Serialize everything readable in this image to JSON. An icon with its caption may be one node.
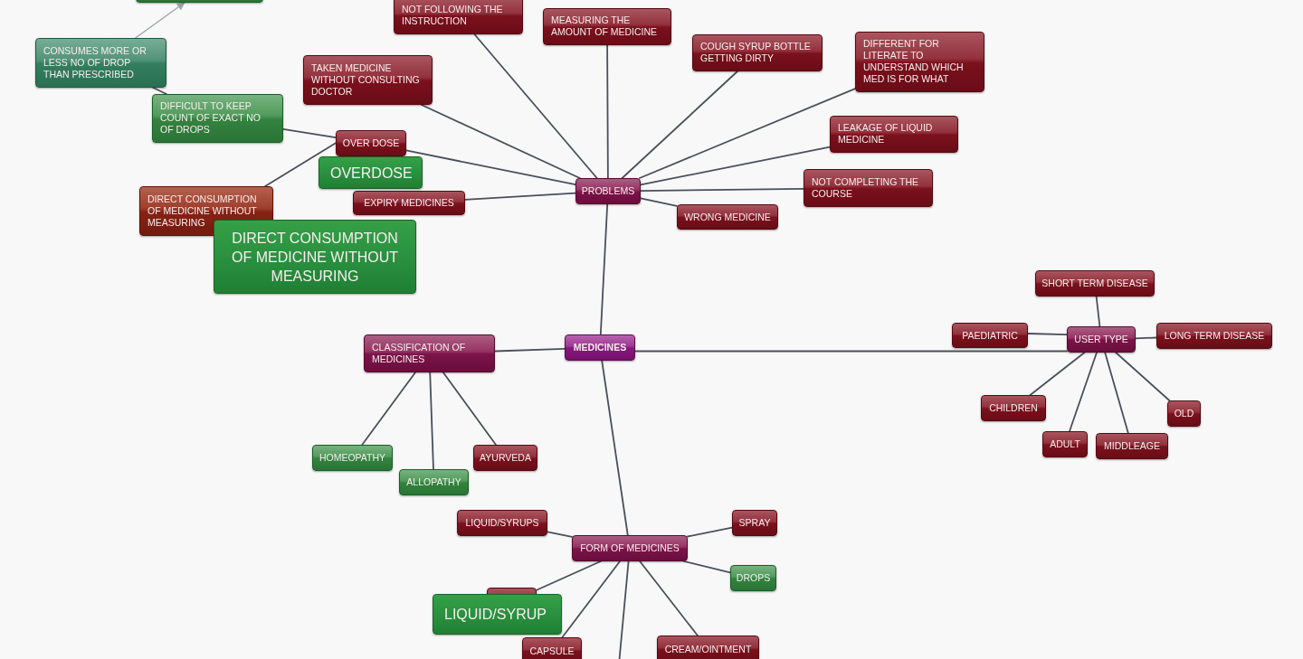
{
  "diagram": {
    "nodes": [
      {
        "text": [],
        "shape": "box"
      },
      {
        "text": [
          "NOT FOLLOWING THE INSTRUCTION"
        ]
      },
      {
        "text": [
          "MEASURING THE AMOUNT OF MEDICINE"
        ]
      },
      {
        "text": [
          "CONSUMES MORE OR LESS NO OF DROP THAN PRESCRIBED"
        ]
      },
      {
        "text": [
          "COUGH SYRUP BOTTLE GETTING DIRTY"
        ]
      },
      {
        "text": [
          "DIFFERENT FOR LITERATE TO UNDERSTAND WHICH MED IS FOR WHAT"
        ]
      },
      {
        "text": [
          "TAKEN MEDICINE WITHOUT CONSULTING DOCTOR"
        ]
      },
      {
        "text": [
          "DIFFICULT TO KEEP COUNT OF EXACT NO OF DROPS"
        ]
      },
      {
        "text": [
          "LEAKAGE OF LIQUID MEDICINE"
        ]
      },
      {
        "text": [
          "OVER DOSE"
        ]
      },
      {
        "text": [
          "OVERDOSE"
        ]
      },
      {
        "text": [
          "EXPIRY MEDICINES"
        ]
      },
      {
        "text": [
          "NOT COMPLETING THE COURSE"
        ]
      },
      {
        "text": [
          "PROBLEMS"
        ]
      },
      {
        "text": [
          "DIRECT CONSUMPTION OF MEDICINE WITHOUT MEASURING"
        ]
      },
      {
        "text": [
          "WRONG MEDICINE"
        ]
      },
      {
        "text": [
          "DIRECT CONSUMPTION OF MEDICINE WITHOUT MEASURING"
        ]
      },
      {
        "text": [
          "SHORT TERM DISEASE"
        ]
      },
      {
        "text": [
          "PAEDIATRIC"
        ]
      },
      {
        "text": [
          "USER TYPE"
        ]
      },
      {
        "text": [
          "LONG TERM DISEASE"
        ]
      },
      {
        "text": [
          "CLASSIFICATION OF MEDICINES"
        ]
      },
      {
        "text": [
          "MEDICINES"
        ]
      },
      {
        "text": [
          "CHILDREN"
        ]
      },
      {
        "text": [
          "OLD"
        ]
      },
      {
        "text": [
          "ADULT"
        ]
      },
      {
        "text": [
          "MIDDLEAGE"
        ]
      },
      {
        "text": [
          "HOMEOPATHY"
        ]
      },
      {
        "text": [
          "AYURVEDA"
        ]
      },
      {
        "text": [
          "ALLOPATHY"
        ]
      },
      {
        "text": [
          "LIQUID/SYRUPS"
        ]
      },
      {
        "text": [
          "SPRAY"
        ]
      },
      {
        "text": [
          "FORM OF MEDICINES"
        ]
      },
      {
        "text": [
          "DROPS"
        ]
      },
      {
        "text": [],
        "shape": "box"
      },
      {
        "text": [
          "LIQUID/SYRUP"
        ]
      },
      {
        "text": [
          "CAPSULE"
        ]
      },
      {
        "text": [
          "CREAM/OINTMENT"
        ]
      }
    ],
    "edges": [
      {
        "from": 3,
        "to": 0,
        "arrow": "to",
        "color": "#9ea3aa"
      },
      {
        "from": 13,
        "to": 1,
        "arrow": "none"
      },
      {
        "from": 13,
        "to": 2,
        "arrow": "none"
      },
      {
        "from": 3,
        "to": 7,
        "arrow": "none"
      },
      {
        "from": 13,
        "to": 4,
        "arrow": "none"
      },
      {
        "from": 13,
        "to": 5,
        "arrow": "none"
      },
      {
        "from": 13,
        "to": 6,
        "arrow": "none"
      },
      {
        "from": 9,
        "to": 7,
        "arrow": "none"
      },
      {
        "from": 13,
        "to": 8,
        "arrow": "none"
      },
      {
        "from": 13,
        "to": 9,
        "arrow": "none"
      },
      {
        "from": 9,
        "to": 14,
        "arrow": "none"
      },
      {
        "from": 13,
        "to": 11,
        "arrow": "none"
      },
      {
        "from": 13,
        "to": 12,
        "arrow": "none"
      },
      {
        "from": 13,
        "to": 15,
        "arrow": "none"
      },
      {
        "from": 22,
        "to": 13,
        "arrow": "none"
      },
      {
        "from": 19,
        "to": 17,
        "arrow": "none"
      },
      {
        "from": 22,
        "to": 19,
        "arrow": "none"
      },
      {
        "from": 19,
        "to": 18,
        "arrow": "none"
      },
      {
        "from": 19,
        "to": 20,
        "arrow": "none"
      },
      {
        "from": 22,
        "to": 21,
        "arrow": "none"
      },
      {
        "from": 19,
        "to": 23,
        "arrow": "none"
      },
      {
        "from": 19,
        "to": 24,
        "arrow": "none"
      },
      {
        "from": 19,
        "to": 25,
        "arrow": "none"
      },
      {
        "from": 19,
        "to": 26,
        "arrow": "none"
      },
      {
        "from": 21,
        "to": 27,
        "arrow": "none"
      },
      {
        "from": 21,
        "to": 28,
        "arrow": "none"
      },
      {
        "from": 21,
        "to": 29,
        "arrow": "none"
      },
      {
        "from": 22,
        "to": 32,
        "arrow": "none"
      },
      {
        "from": 32,
        "to": 30,
        "arrow": "none"
      },
      {
        "from": 32,
        "to": 31,
        "arrow": "none"
      },
      {
        "from": 32,
        "to": 33,
        "arrow": "none"
      },
      {
        "from": 32,
        "to": 34,
        "arrow": "none"
      },
      {
        "from": 32,
        "to": 36,
        "arrow": "none"
      },
      {
        "from": 32,
        "to": null,
        "arrow": "none"
      },
      {
        "from": 32,
        "to": 37,
        "arrow": "none"
      }
    ]
  }
}
